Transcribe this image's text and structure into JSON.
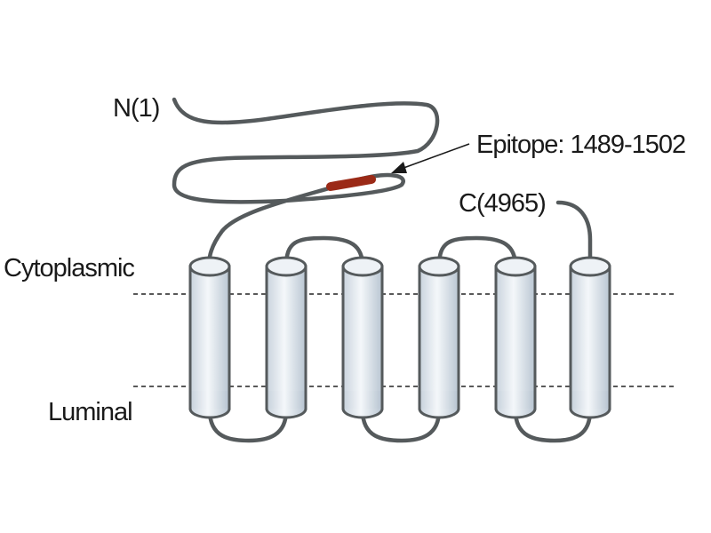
{
  "labels": {
    "n_terminus": "N(1)",
    "c_terminus": "C(4965)",
    "epitope": "Epitope: 1489-1502",
    "cytoplasmic": "Cytoplasmic",
    "luminal": "Luminal"
  },
  "colors": {
    "strand": "#555a5c",
    "helix_fill_light": "#f4f7fa",
    "helix_fill_mid": "#d4dde6",
    "epitope": "#9b2a17",
    "text": "#1a1a1a"
  },
  "transmembrane_helix_count": 6
}
